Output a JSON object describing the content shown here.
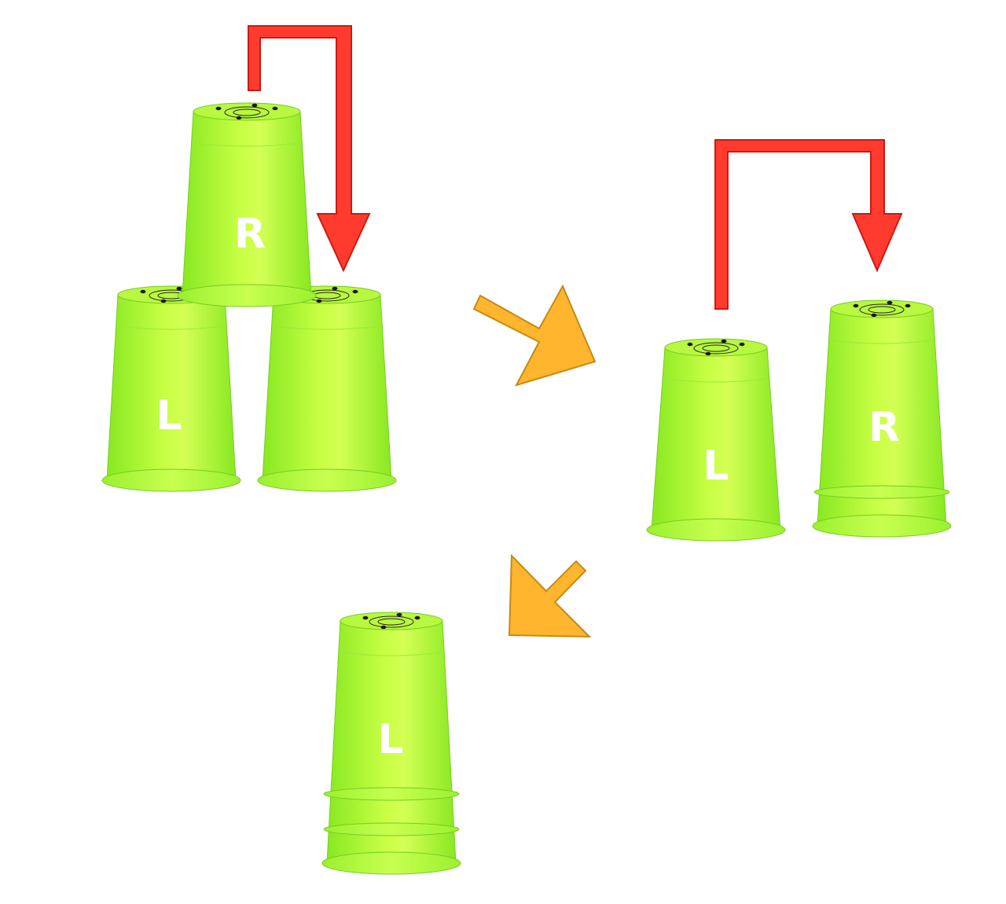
{
  "colors": {
    "cup_light": "#ccff44",
    "cup_mid": "#aaff33",
    "cup_dark": "#88ee22",
    "cup_edge": "#77cc22",
    "letter": "#ffffff",
    "red_arrow": "#ff3b30",
    "red_arrow_edge": "#cc1a10",
    "orange_arrow": "#ffb52e",
    "orange_arrow_edge": "#c68a12"
  },
  "stages": {
    "pyramid": {
      "top_cup_label": "R",
      "bottom_left_cup_label": "L",
      "bottom_right_cup_label": ""
    },
    "middle": {
      "left_cup_label": "L",
      "right_stack_label": "R"
    },
    "final": {
      "stack_label": "L"
    }
  },
  "icons": {
    "move_arrow": "red-bent-arrow",
    "step_arrow": "orange-arrow"
  }
}
